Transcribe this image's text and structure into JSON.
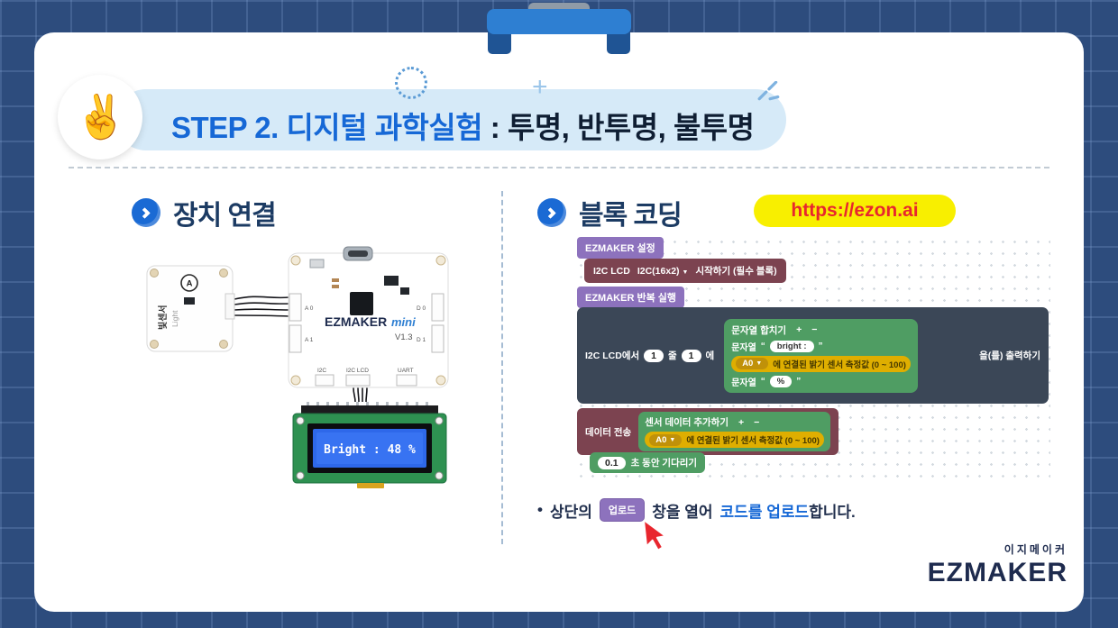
{
  "header": {
    "hand_icon": "✌",
    "title_blue": "STEP 2. 디지털 과학실험",
    "title_dark": " : 투명, 반투명, 불투명",
    "plus_icon": "+"
  },
  "device_section": {
    "title": "장치 연결",
    "sensor_board": {
      "symbol": "A",
      "label_kr": "빛센서",
      "label_en": "Light"
    },
    "main_board": {
      "brand": "EZMAKER",
      "brand_suffix": "mini",
      "version": "V1.3",
      "pin_a0": "A 0",
      "pin_a1": "A 1",
      "pin_d0": "D 0",
      "pin_d1": "D 1",
      "port_i2c": "I2C",
      "port_i2c_lcd": "I2C LCD",
      "port_uart": "UART"
    },
    "lcd": {
      "display_text": "Bright : 48 %"
    }
  },
  "coding_section": {
    "title": "블록 코딩",
    "url_badge": "https://ezon.ai",
    "blocks": {
      "setup_header": "EZMAKER 설정",
      "start": {
        "device": "I2C LCD",
        "dropdown": "I2C(16x2)",
        "dropdown_arrow": "▼",
        "action": "시작하기 (필수 블록)"
      },
      "loop_header": "EZMAKER 반복 실행",
      "print": {
        "prefix": "I2C LCD에서",
        "line_value": "1",
        "line_label": "줄",
        "col_value": "1",
        "col_label": "에",
        "suffix": "을(를) 출력하기"
      },
      "join": {
        "title": "문자열 합치기",
        "plus": "+",
        "minus": "−",
        "row1_label": "문자열",
        "quote_open": "“",
        "row1_value": "bright :",
        "quote_close": "”",
        "sensor_dropdown": "A0",
        "dropdown_arrow": "▼",
        "sensor_label": "에 연결된 밝기 센서 측정값 (0 ~ 100)",
        "row3_label": "문자열",
        "row3_value": "%"
      },
      "send": {
        "label": "데이터 전송",
        "inner_title": "센서 데이터 추가하기",
        "plus": "+",
        "minus": "−",
        "sensor_dropdown": "A0",
        "dropdown_arrow": "▼",
        "sensor_label": "에 연결된 밝기 센서 측정값 (0 ~ 100)"
      },
      "wait": {
        "value": "0.1",
        "label": "초 동안 기다리기"
      }
    },
    "note": {
      "bullet": "•",
      "pre": "상단의",
      "upload_button": "업로드",
      "mid": "창을 열어",
      "highlight": "코드를 업로드",
      "post": "합니다."
    }
  },
  "footer": {
    "brand_small": "이지메이커",
    "brand": "EZMAKER"
  },
  "colors": {
    "background": "#2d4c7d",
    "accent_blue": "#1668d6",
    "banner_bg": "#d6eaf8",
    "url_bg": "#f8ef00",
    "url_text": "#e8262e",
    "block_purple": "#8d72bd",
    "block_maroon": "#7c4350",
    "block_navy": "#3b4757",
    "block_green": "#4f9d63",
    "block_yellow": "#dfae00",
    "lcd_blue": "#2e68ea"
  }
}
